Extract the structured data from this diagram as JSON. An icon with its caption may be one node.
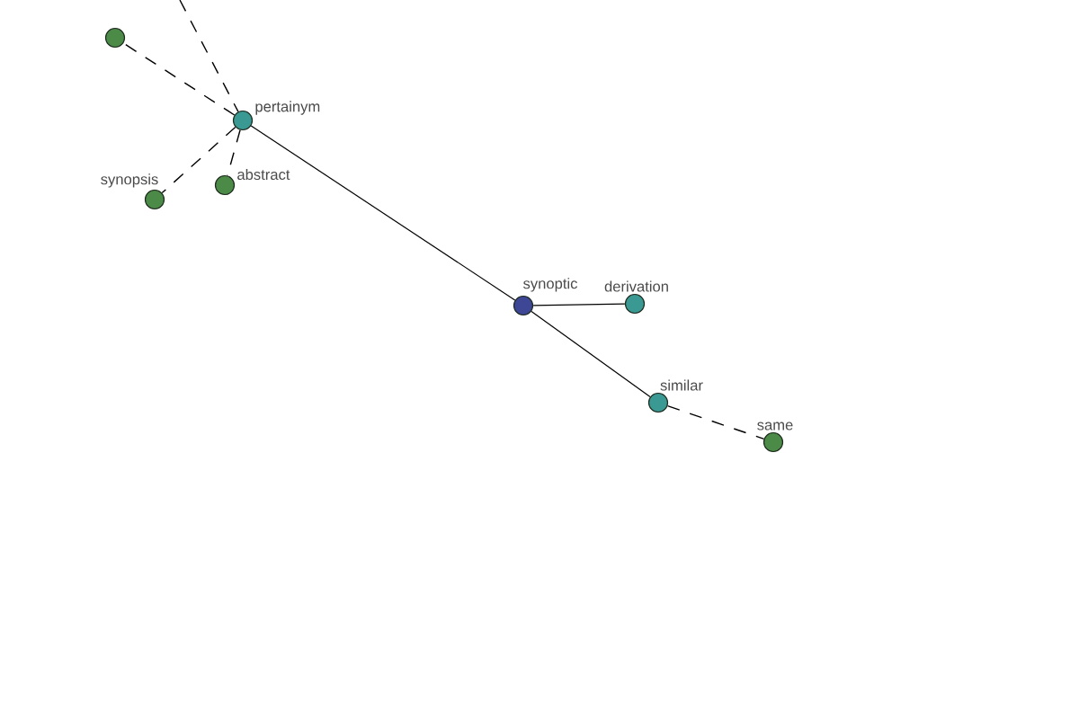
{
  "diagram": {
    "nodes": [
      {
        "text": [],
        "shape": "circle"
      },
      {
        "text": [
          "pertainym"
        ]
      },
      {
        "text": [
          "abstract"
        ]
      },
      {
        "text": [
          "synopsis"
        ]
      },
      {
        "text": [
          "synoptic"
        ]
      },
      {
        "text": [
          "derivation"
        ]
      },
      {
        "text": [
          "similar"
        ]
      },
      {
        "text": [
          "same"
        ]
      }
    ],
    "edges": [
      {
        "from": null,
        "to": 1,
        "arrow": "none",
        "style": "dashed"
      },
      {
        "from": 1,
        "to": 0,
        "arrow": "none",
        "style": "dashed"
      },
      {
        "from": 1,
        "to": 2,
        "arrow": "none",
        "style": "dashed"
      },
      {
        "from": 1,
        "to": 3,
        "arrow": "none",
        "style": "dashed"
      },
      {
        "from": 1,
        "to": 4,
        "arrow": "none"
      },
      {
        "from": 4,
        "to": 5,
        "arrow": "none"
      },
      {
        "from": 4,
        "to": 6,
        "arrow": "none"
      },
      {
        "from": 6,
        "to": 7,
        "arrow": "none",
        "style": "dashed"
      }
    ]
  }
}
